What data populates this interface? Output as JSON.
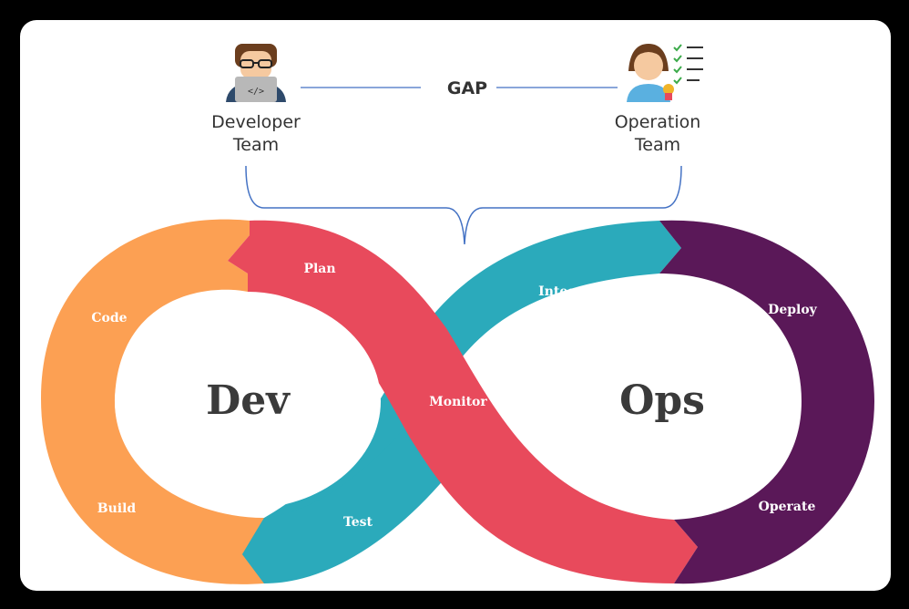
{
  "header": {
    "developer": {
      "line1": "Developer",
      "line2": "Team",
      "icon": "developer-icon"
    },
    "operation": {
      "line1": "Operation",
      "line2": "Team",
      "icon": "operator-icon"
    },
    "gap": "GAP"
  },
  "loop": {
    "left_center": "Dev",
    "right_center": "Ops",
    "steps": {
      "plan": "Plan",
      "code": "Code",
      "build": "Build",
      "test": "Test",
      "monitor": "Monitor",
      "integrate": "Integrate",
      "deploy": "Deploy",
      "operate": "Operate"
    }
  },
  "colors": {
    "orange": "#FCA053",
    "red": "#E84A5C",
    "teal": "#2BAABB",
    "purple": "#5A1858",
    "line": "#4472C4",
    "text": "#333333"
  }
}
